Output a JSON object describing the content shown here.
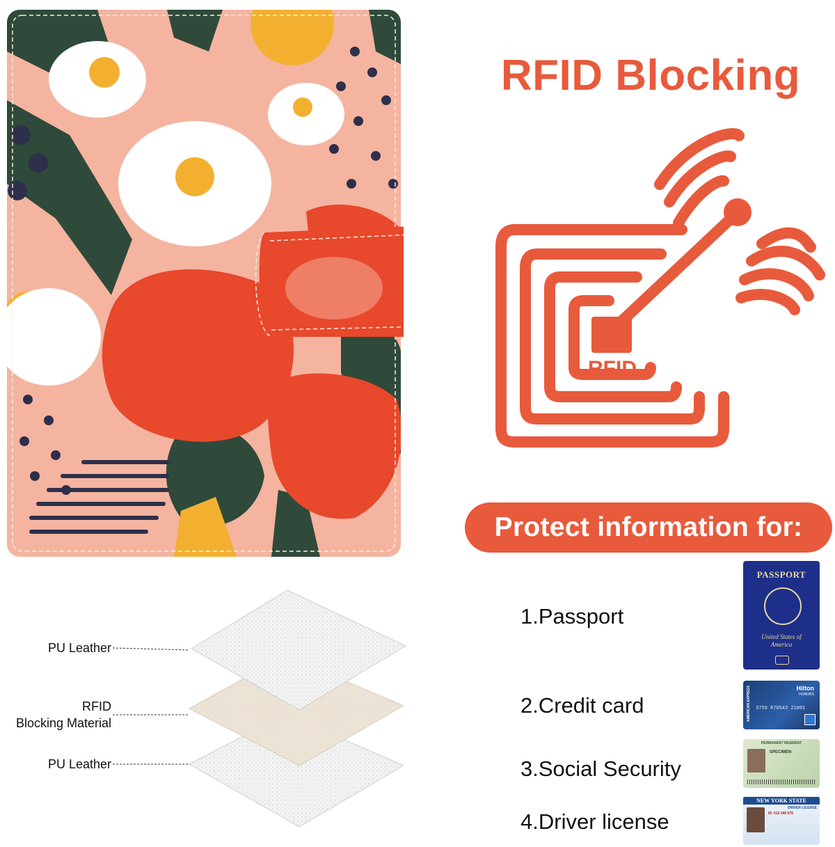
{
  "headline": "RFID Blocking",
  "accent_color": "#e85a3c",
  "rfid_symbol": {
    "chip_label": "RFID",
    "icon": "rfid-tag-icon"
  },
  "protect_banner": "Protect information for:",
  "protected_items": [
    {
      "label": "1.Passport",
      "icon": "passport-icon"
    },
    {
      "label": "2.Credit card",
      "icon": "credit-card-icon"
    },
    {
      "label": "3.Social Security",
      "icon": "social-security-card-icon"
    },
    {
      "label": "4.Driver license",
      "icon": "driver-license-icon"
    }
  ],
  "thumbnails": {
    "passport": {
      "title": "PASSPORT",
      "country": "United States of America"
    },
    "credit_card": {
      "brand": "Hilton",
      "tier": "HONORS",
      "number": "3759 876543 21001",
      "issuer": "AMERICAN EXPRESS"
    },
    "green_card": {
      "header": "PERMANENT RESIDENT",
      "name": "SPECIMEN"
    },
    "driver_license": {
      "state": "NEW YORK STATE",
      "title": "DRIVER LICENSE",
      "id": "ID: 012 345 678"
    }
  },
  "layers": [
    {
      "label": "PU Leather"
    },
    {
      "label_line1": "RFID",
      "label_line2": "Blocking Material"
    },
    {
      "label": "PU Leather"
    }
  ]
}
